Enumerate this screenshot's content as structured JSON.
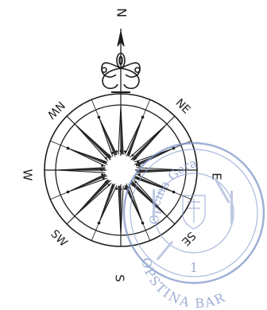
{
  "compass": {
    "directions": {
      "north": "N",
      "northeast": "NE",
      "east": "E",
      "southeast": "SE",
      "south": "S",
      "southwest": "SW",
      "west": "W",
      "northwest": "NW"
    },
    "ink_color": "#1c1c1c"
  },
  "stamp": {
    "top_text": "Općina Gora",
    "bottom_text": "OPSTINA BAR",
    "number": "1",
    "ink_color": "#7d93c6"
  }
}
